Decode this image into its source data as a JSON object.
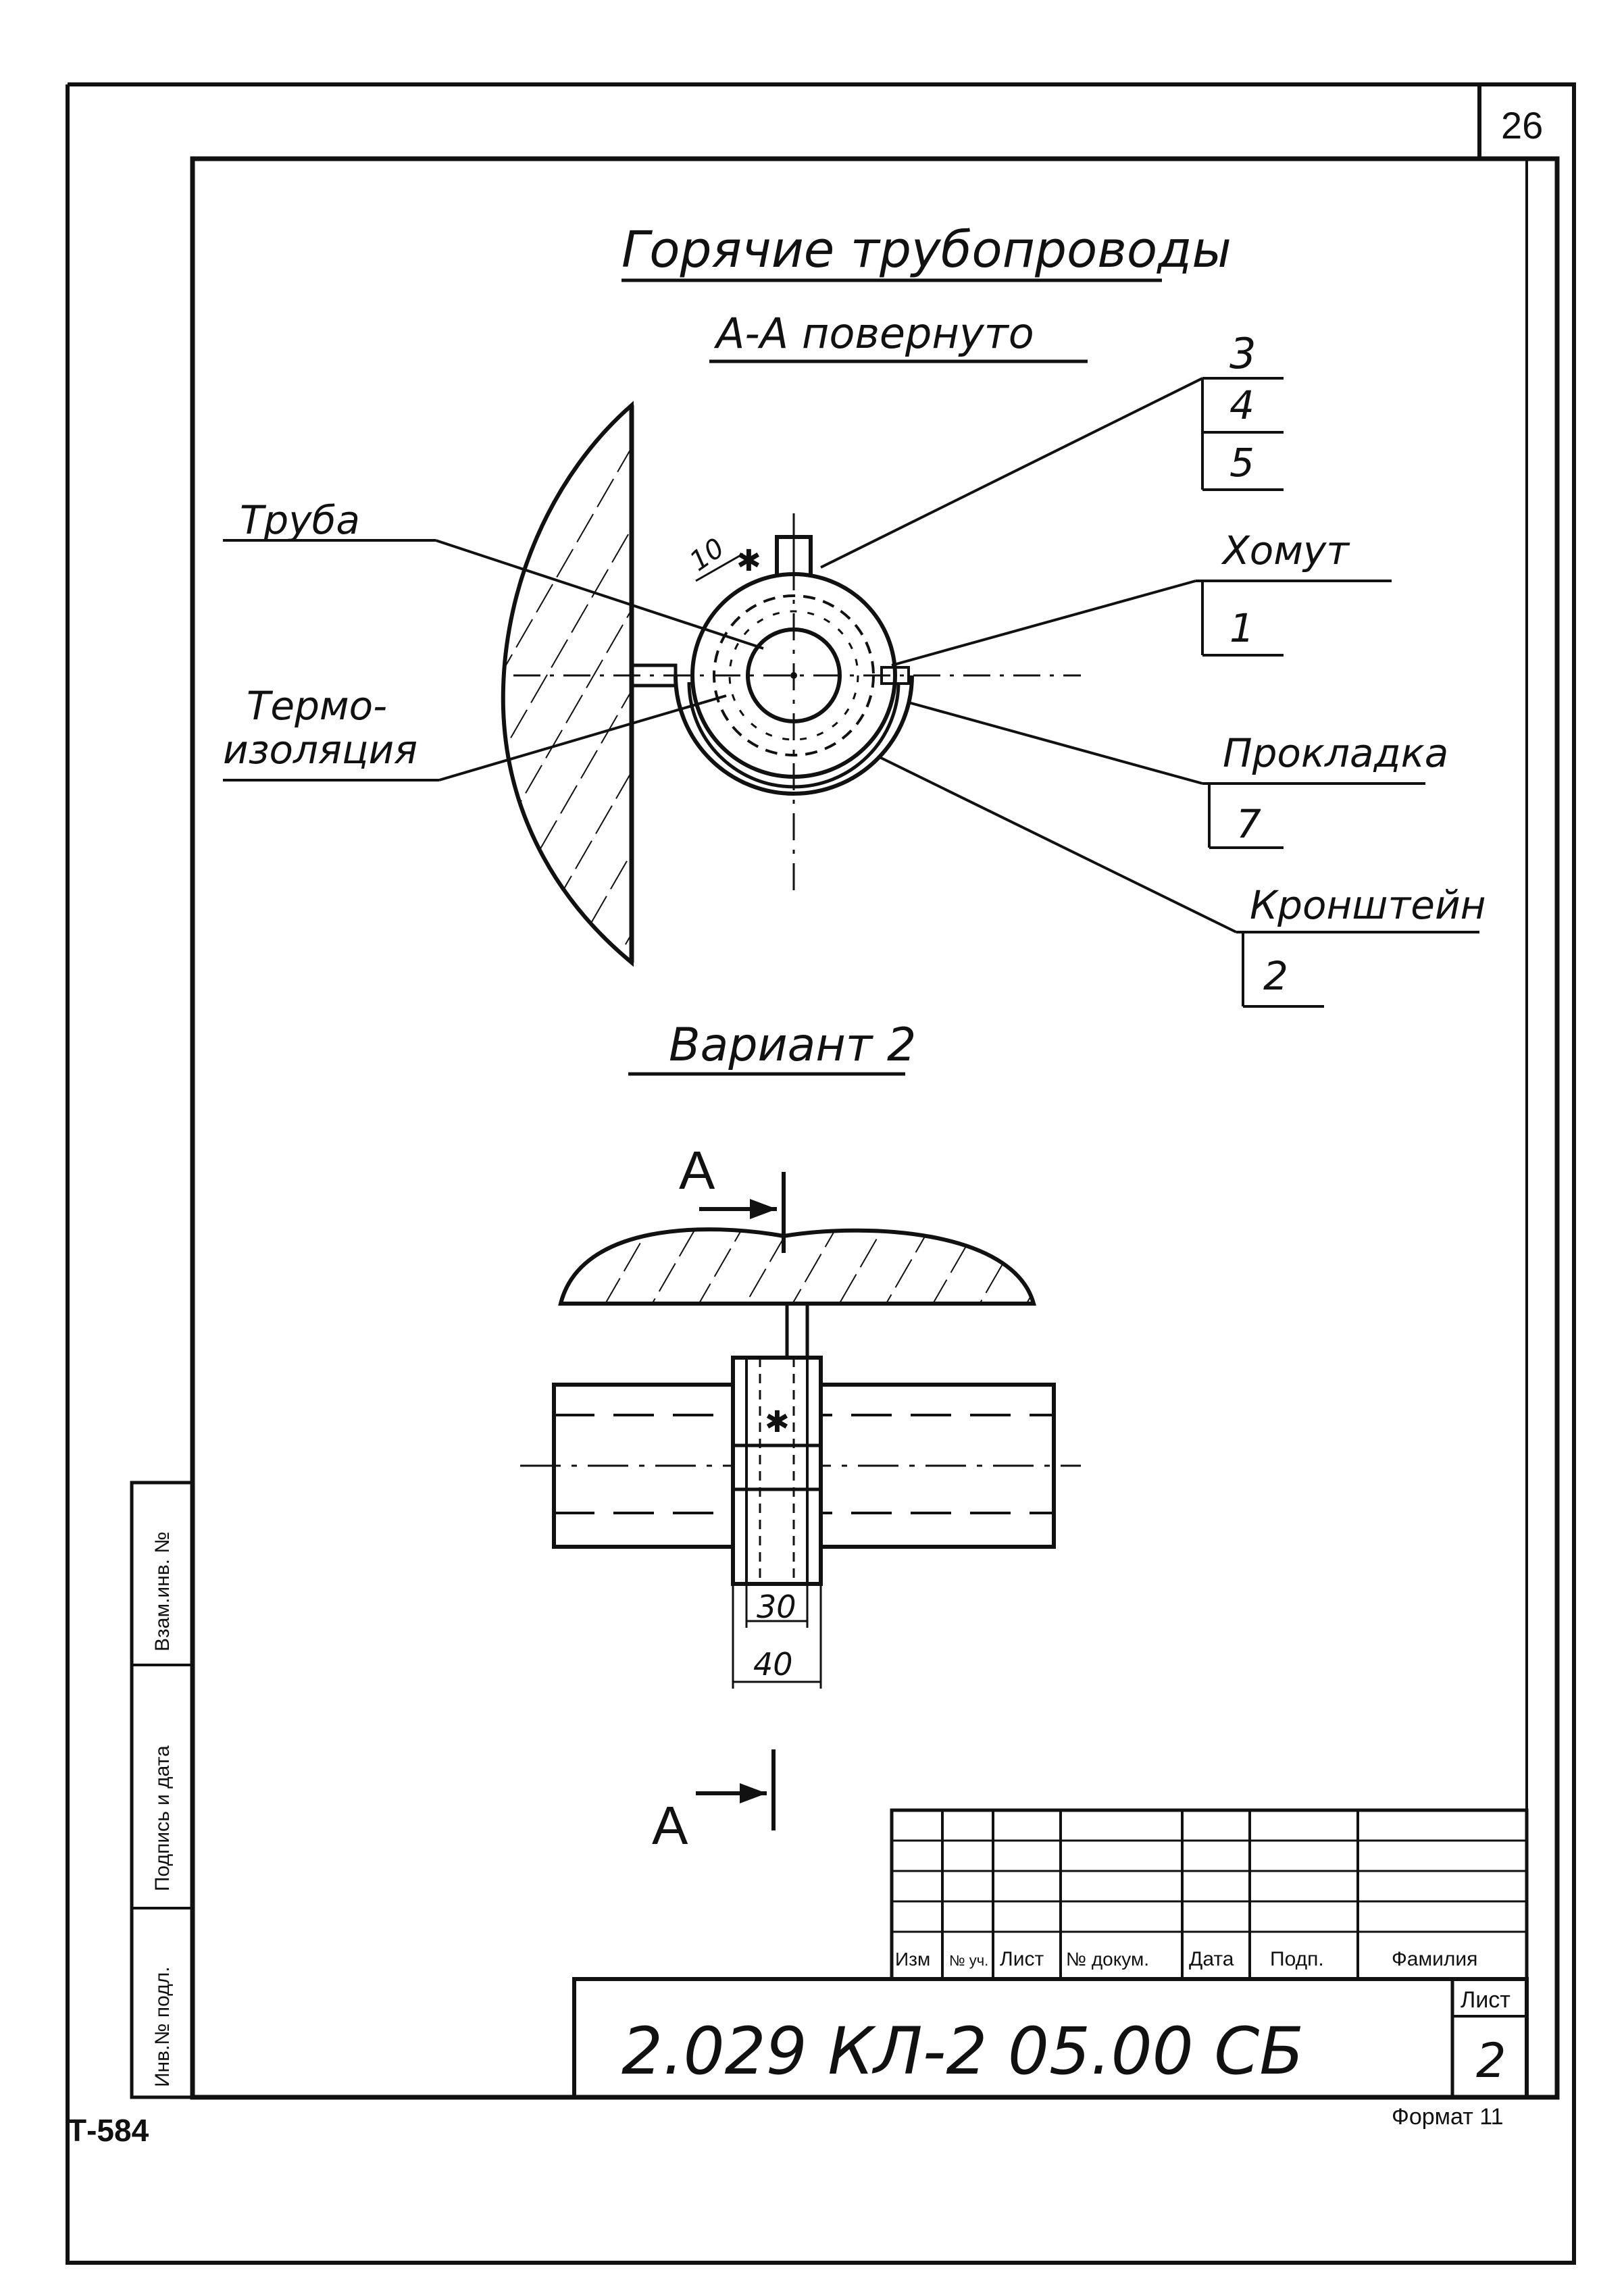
{
  "sheet_number_top": "26",
  "title": "Горячие трубопроводы",
  "section_label": "А-А  повернуто",
  "variant_label": "Вариант 2",
  "section_markers": [
    "А",
    "А"
  ],
  "callouts": {
    "pipe": "Труба",
    "insulation_line1": "Термо-",
    "insulation_line2": "изоляция",
    "clamp": "Хомут",
    "clamp_pos": "1",
    "gasket": "Прокладка",
    "gasket_pos": "7",
    "bracket": "Кронштейн",
    "bracket_pos": "2",
    "fasteners_pos": [
      "3",
      "4",
      "5"
    ]
  },
  "dimensions": {
    "weld_size": "10",
    "inner_width": "30",
    "outer_width": "40"
  },
  "side_stamp": {
    "cells": [
      "Взам.инв. №",
      "Подпись и дата",
      "Инв.№ подл."
    ]
  },
  "title_block": {
    "columns": [
      "Изм",
      "№ уч.",
      "Лист",
      "№ докум.",
      "Дата",
      "Подп.",
      "Фамилия"
    ],
    "designation": "2.029 КЛ-2  05.00 СБ",
    "sheet_label": "Лист",
    "sheet_value": "2"
  },
  "footer": {
    "left_code": "Т-584",
    "format_label": "Формат 11"
  }
}
